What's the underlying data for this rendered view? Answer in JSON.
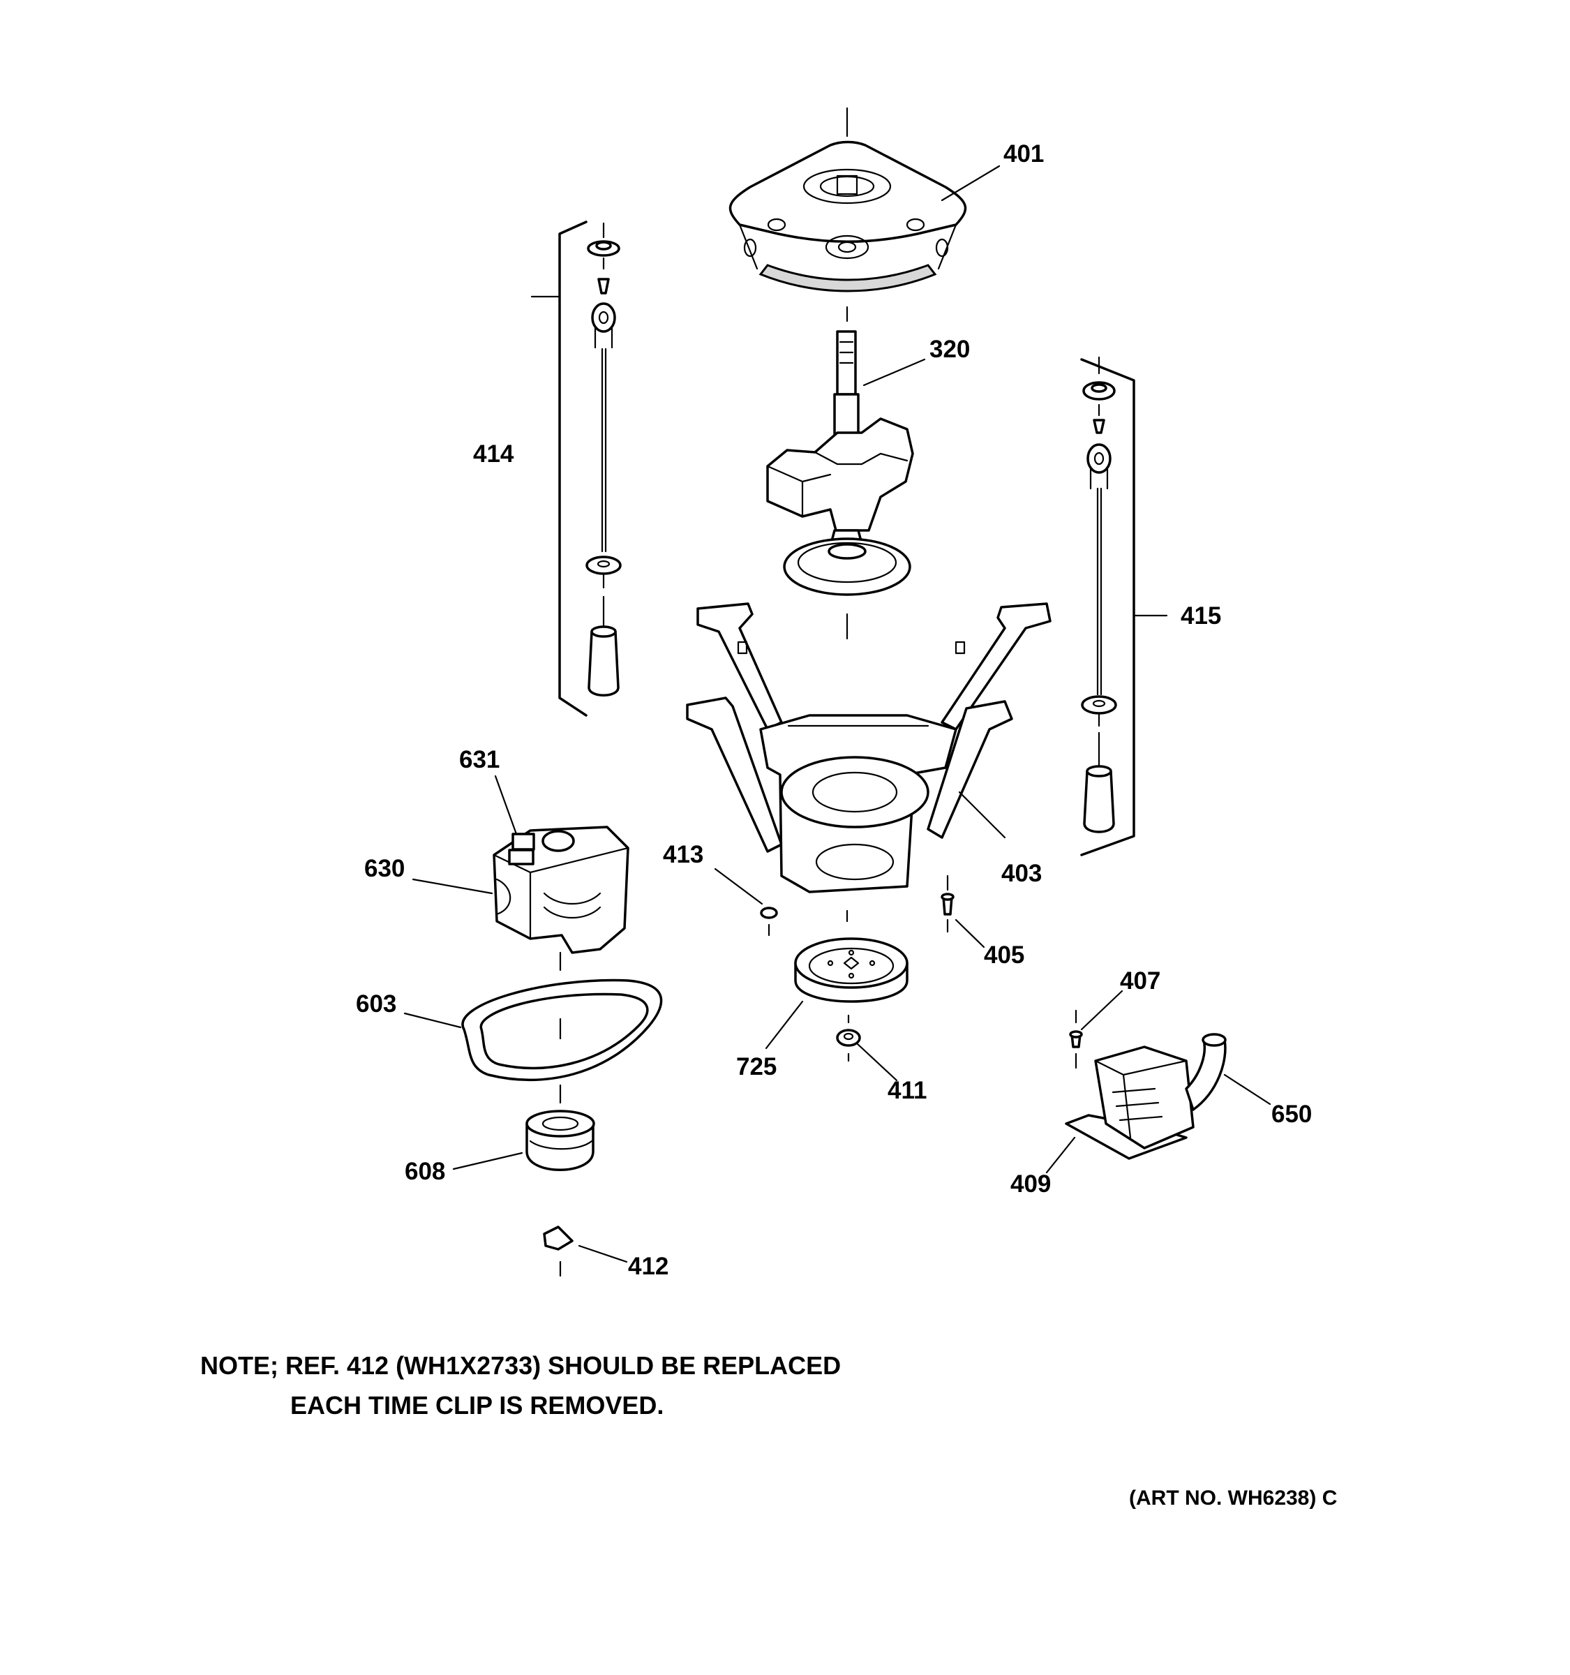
{
  "labels": {
    "p401": "401",
    "p320": "320",
    "p414": "414",
    "p415": "415",
    "p403": "403",
    "p631": "631",
    "p630": "630",
    "p413": "413",
    "p405": "405",
    "p407": "407",
    "p603": "603",
    "p725": "725",
    "p411": "411",
    "p650": "650",
    "p608": "608",
    "p409": "409",
    "p412": "412"
  },
  "note": {
    "line1": "NOTE; REF. 412 (WH1X2733) SHOULD BE REPLACED",
    "line2": "EACH TIME CLIP IS REMOVED."
  },
  "art_number": "(ART NO. WH6238) C"
}
